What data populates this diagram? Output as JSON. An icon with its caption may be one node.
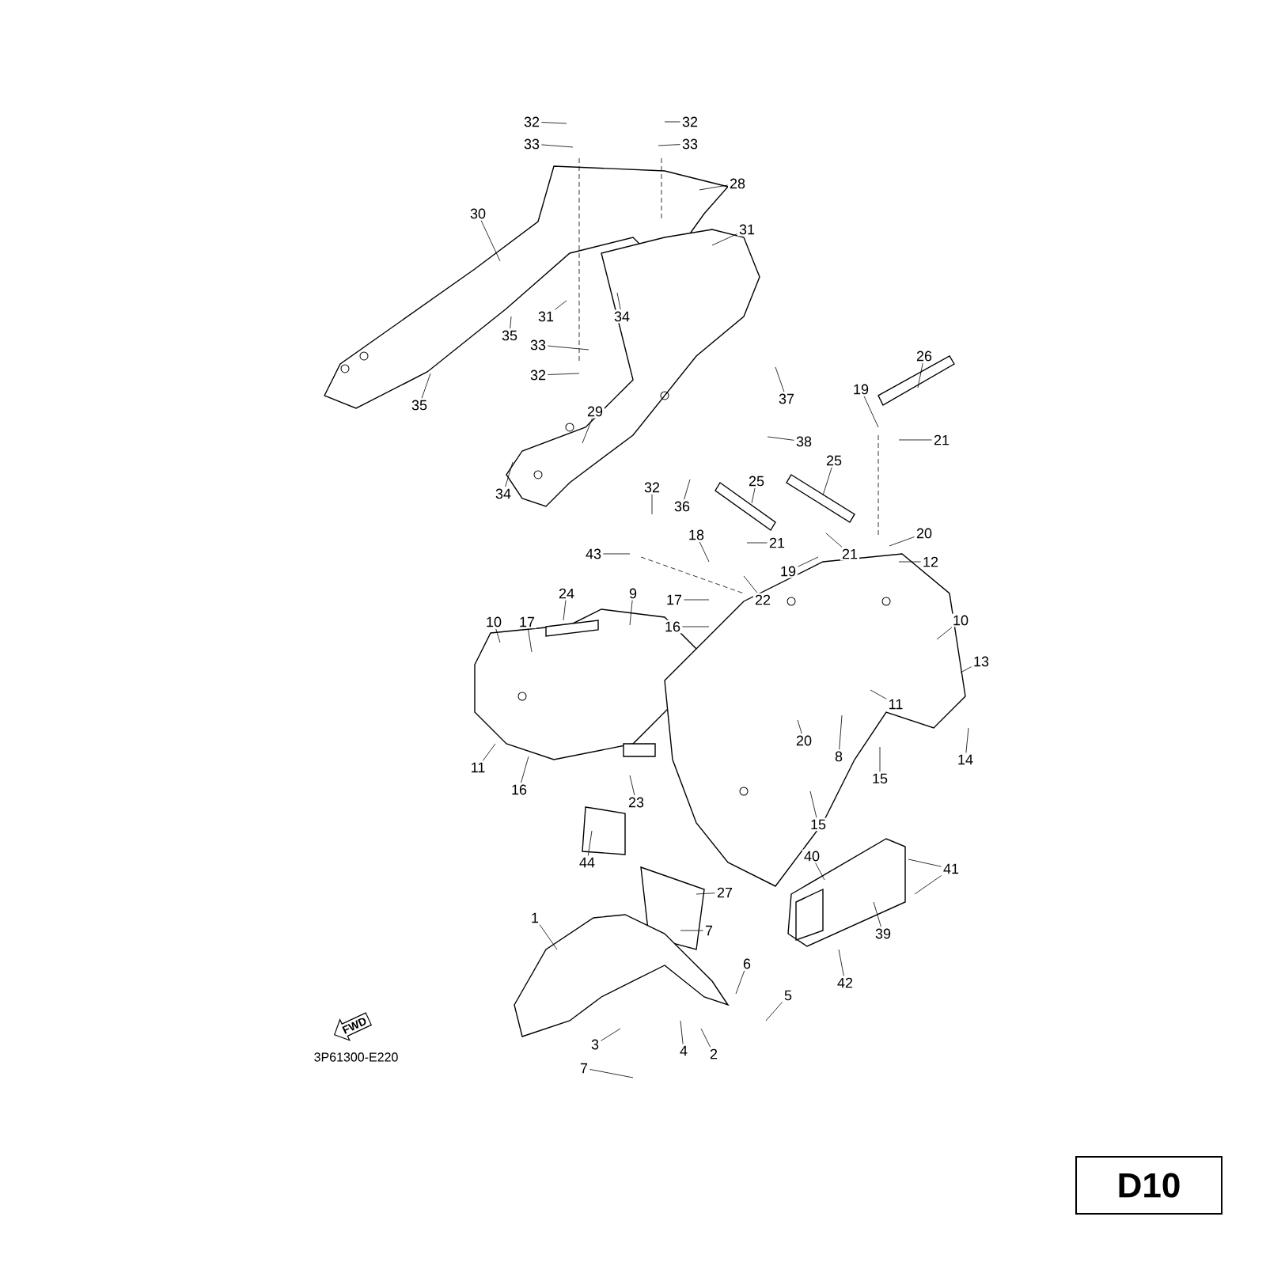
{
  "diagram": {
    "nodes": [
      {
        "text": [
          "32"
        ]
      },
      {
        "text": [
          "32"
        ]
      },
      {
        "text": [
          "33"
        ]
      },
      {
        "text": [
          "33"
        ]
      },
      {
        "text": [
          "28"
        ]
      },
      {
        "text": [
          "30"
        ]
      },
      {
        "text": [
          "31"
        ]
      },
      {
        "text": [
          "31"
        ]
      },
      {
        "text": [
          "34"
        ]
      },
      {
        "text": [
          "35"
        ]
      },
      {
        "text": [
          "35"
        ]
      },
      {
        "text": [
          "33"
        ]
      },
      {
        "text": [
          "32"
        ]
      },
      {
        "text": [
          "37"
        ]
      },
      {
        "text": [
          "29"
        ]
      },
      {
        "text": [
          "26"
        ]
      },
      {
        "text": [
          "19"
        ]
      },
      {
        "text": [
          "21"
        ]
      },
      {
        "text": [
          "38"
        ]
      },
      {
        "text": [
          "25"
        ]
      },
      {
        "text": [
          "25"
        ]
      },
      {
        "text": [
          "34"
        ]
      },
      {
        "text": [
          "36"
        ]
      },
      {
        "text": [
          "32"
        ]
      },
      {
        "text": [
          "20"
        ]
      },
      {
        "text": [
          "12"
        ]
      },
      {
        "text": [
          "43"
        ]
      },
      {
        "text": [
          "18"
        ]
      },
      {
        "text": [
          "21"
        ]
      },
      {
        "text": [
          "19"
        ]
      },
      {
        "text": [
          "21"
        ]
      },
      {
        "text": [
          "22"
        ]
      },
      {
        "text": [
          "9"
        ]
      },
      {
        "text": [
          "24"
        ]
      },
      {
        "text": [
          "17"
        ]
      },
      {
        "text": [
          "16"
        ]
      },
      {
        "text": [
          "10"
        ]
      },
      {
        "text": [
          "17"
        ]
      },
      {
        "text": [
          "10"
        ]
      },
      {
        "text": [
          "13"
        ]
      },
      {
        "text": [
          "11"
        ]
      },
      {
        "text": [
          "16"
        ]
      },
      {
        "text": [
          "20"
        ]
      },
      {
        "text": [
          "8"
        ]
      },
      {
        "text": [
          "11"
        ]
      },
      {
        "text": [
          "15"
        ]
      },
      {
        "text": [
          "14"
        ]
      },
      {
        "text": [
          "23"
        ]
      },
      {
        "text": [
          "15"
        ]
      },
      {
        "text": [
          "44"
        ]
      },
      {
        "text": [
          "40"
        ]
      },
      {
        "text": [
          "41"
        ]
      },
      {
        "text": [
          "27"
        ]
      },
      {
        "text": [
          "39"
        ]
      },
      {
        "text": [
          "1"
        ]
      },
      {
        "text": [
          "7"
        ]
      },
      {
        "text": [
          "6"
        ]
      },
      {
        "text": [
          "5"
        ]
      },
      {
        "text": [
          "42"
        ]
      },
      {
        "text": [
          "3"
        ]
      },
      {
        "text": [
          "4"
        ]
      },
      {
        "text": [
          "2"
        ]
      },
      {
        "text": [
          "7"
        ]
      },
      {
        "text": [
          "FWD"
        ]
      },
      {
        "text": [
          "D10"
        ]
      }
    ],
    "edges": [
      {
        "from": 0,
        "to": null,
        "arrow": "none"
      },
      {
        "from": 1,
        "to": null,
        "arrow": "none"
      },
      {
        "from": 2,
        "to": null,
        "arrow": "none"
      },
      {
        "from": 3,
        "to": null,
        "arrow": "none"
      },
      {
        "from": 4,
        "to": null,
        "arrow": "none"
      },
      {
        "from": 5,
        "to": null,
        "arrow": "none"
      },
      {
        "from": 6,
        "to": null,
        "arrow": "none"
      },
      {
        "from": 7,
        "to": null,
        "arrow": "none"
      },
      {
        "from": 8,
        "to": null,
        "arrow": "none"
      },
      {
        "from": 9,
        "to": null,
        "arrow": "none"
      },
      {
        "from": 10,
        "to": null,
        "arrow": "none"
      },
      {
        "from": 11,
        "to": null,
        "arrow": "none"
      },
      {
        "from": 12,
        "to": null,
        "arrow": "none"
      },
      {
        "from": 13,
        "to": null,
        "arrow": "none"
      },
      {
        "from": 14,
        "to": null,
        "arrow": "none"
      },
      {
        "from": 15,
        "to": null,
        "arrow": "none"
      },
      {
        "from": 16,
        "to": null,
        "arrow": "none"
      },
      {
        "from": 17,
        "to": null,
        "arrow": "none"
      },
      {
        "from": 18,
        "to": null,
        "arrow": "none"
      },
      {
        "from": 19,
        "to": null,
        "arrow": "none"
      },
      {
        "from": 20,
        "to": null,
        "arrow": "none"
      },
      {
        "from": 21,
        "to": null,
        "arrow": "none"
      },
      {
        "from": 22,
        "to": null,
        "arrow": "none"
      },
      {
        "from": 23,
        "to": null,
        "arrow": "none"
      },
      {
        "from": 24,
        "to": null,
        "arrow": "none"
      },
      {
        "from": 25,
        "to": null,
        "arrow": "none"
      },
      {
        "from": 26,
        "to": null,
        "arrow": "none"
      },
      {
        "from": 27,
        "to": null,
        "arrow": "none"
      },
      {
        "from": 28,
        "to": null,
        "arrow": "none"
      },
      {
        "from": 29,
        "to": null,
        "arrow": "none"
      },
      {
        "from": 30,
        "to": null,
        "arrow": "none"
      },
      {
        "from": 31,
        "to": null,
        "arrow": "none"
      },
      {
        "from": 32,
        "to": null,
        "arrow": "none"
      },
      {
        "from": 33,
        "to": null,
        "arrow": "none"
      },
      {
        "from": 34,
        "to": null,
        "arrow": "none"
      },
      {
        "from": 35,
        "to": null,
        "arrow": "none"
      },
      {
        "from": 36,
        "to": null,
        "arrow": "none"
      },
      {
        "from": 37,
        "to": null,
        "arrow": "none"
      },
      {
        "from": 38,
        "to": null,
        "arrow": "none"
      },
      {
        "from": 39,
        "to": null,
        "arrow": "none"
      },
      {
        "from": 40,
        "to": null,
        "arrow": "none"
      },
      {
        "from": 41,
        "to": null,
        "arrow": "none"
      },
      {
        "from": 42,
        "to": null,
        "arrow": "none"
      },
      {
        "from": 43,
        "to": null,
        "arrow": "none"
      },
      {
        "from": 44,
        "to": null,
        "arrow": "none"
      },
      {
        "from": 45,
        "to": null,
        "arrow": "none"
      },
      {
        "from": 46,
        "to": null,
        "arrow": "none"
      },
      {
        "from": 47,
        "to": null,
        "arrow": "none"
      },
      {
        "from": 48,
        "to": null,
        "arrow": "none"
      },
      {
        "from": 49,
        "to": null,
        "arrow": "none"
      },
      {
        "from": 50,
        "to": null,
        "arrow": "none"
      },
      {
        "from": 51,
        "to": null,
        "arrow": "none"
      },
      {
        "from": 51,
        "to": null,
        "arrow": "none"
      },
      {
        "from": 52,
        "to": null,
        "arrow": "none"
      },
      {
        "from": 53,
        "to": null,
        "arrow": "none"
      },
      {
        "from": 54,
        "to": null,
        "arrow": "none"
      },
      {
        "from": 55,
        "to": null,
        "arrow": "none"
      },
      {
        "from": 56,
        "to": null,
        "arrow": "none"
      },
      {
        "from": 57,
        "to": null,
        "arrow": "none"
      },
      {
        "from": 58,
        "to": null,
        "arrow": "none"
      },
      {
        "from": 59,
        "to": null,
        "arrow": "none"
      },
      {
        "from": 60,
        "to": null,
        "arrow": "none"
      },
      {
        "from": 61,
        "to": null,
        "arrow": "none"
      },
      {
        "from": 62,
        "to": null,
        "arrow": "none"
      }
    ],
    "labels": [
      "3P61300-E220"
    ]
  }
}
